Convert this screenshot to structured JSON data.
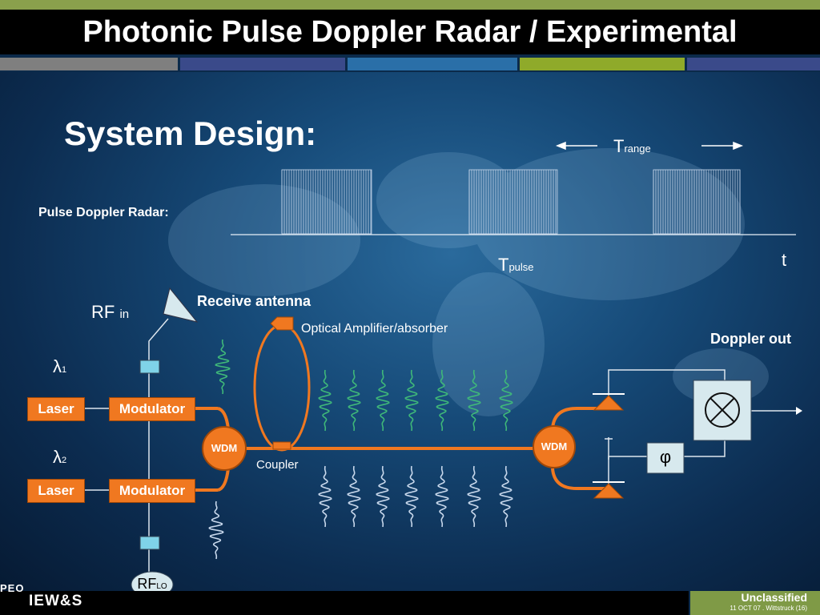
{
  "slide": {
    "title": "Photonic Pulse Doppler Radar / Experimental",
    "heading": "System Design:"
  },
  "colors": {
    "accent_green": "#8aa04c",
    "gray": "#7f7f7f",
    "navy": "#3a4a8a",
    "blue": "#2a6fa8",
    "green": "#8faa2a",
    "orange": "#f07820",
    "waveform_green": "#3fb879",
    "waveform_blue": "#c8d8ec",
    "box_light": "#d7e9ee"
  },
  "pulse_panel": {
    "label": "Pulse Doppler Radar:",
    "t_range_base": "T",
    "t_range_sub": "range",
    "t_pulse_base": "T",
    "t_pulse_sub": "pulse",
    "time_axis": "t"
  },
  "diagram": {
    "rf_in_base": "RF",
    "rf_in_sub": "in",
    "receive_antenna": "Receive antenna",
    "optical_amp": "Optical Amplifier/absorber",
    "doppler_out": "Doppler out",
    "lambda1_base": "λ",
    "lambda1_sub": "1",
    "lambda2_base": "λ",
    "lambda2_sub": "2",
    "laser_1": "Laser",
    "laser_2": "Laser",
    "modulator_1": "Modulator",
    "modulator_2": "Modulator",
    "wdm_left": "WDM",
    "wdm_right": "WDM",
    "coupler": "Coupler",
    "phi": "φ",
    "rf_lo_base": "RF",
    "rf_lo_sub": "LO"
  },
  "footer": {
    "logo_top": "PEO",
    "logo_bottom": "IEW&S",
    "classification": "Unclassified",
    "note": "11 OCT 07 . Wittstruck (16)"
  }
}
